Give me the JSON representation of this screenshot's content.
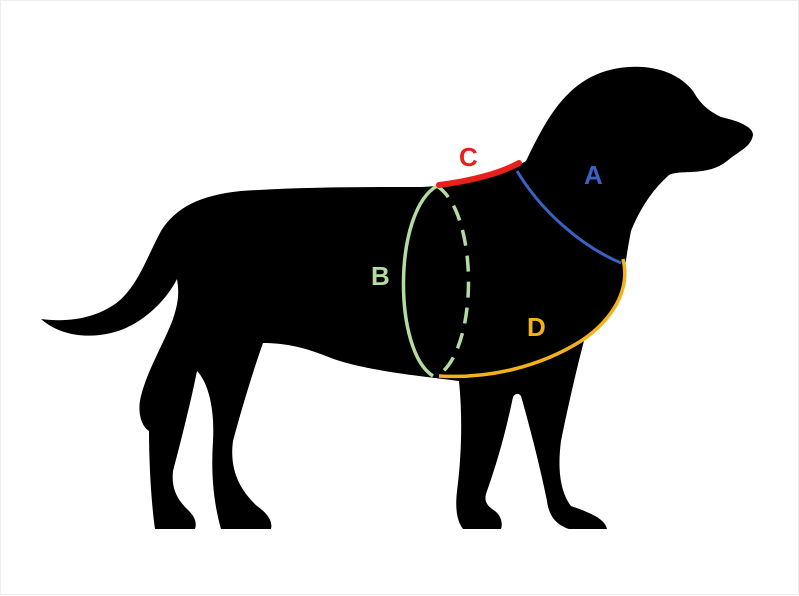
{
  "measurements": [
    {
      "label": "A",
      "color": "#3a62c4"
    },
    {
      "label": "B",
      "color": "#b4dba2"
    },
    {
      "label": "C",
      "color": "#e8201c"
    },
    {
      "label": "D",
      "color": "#f4b21a"
    }
  ],
  "silhouette_color": "#000000"
}
